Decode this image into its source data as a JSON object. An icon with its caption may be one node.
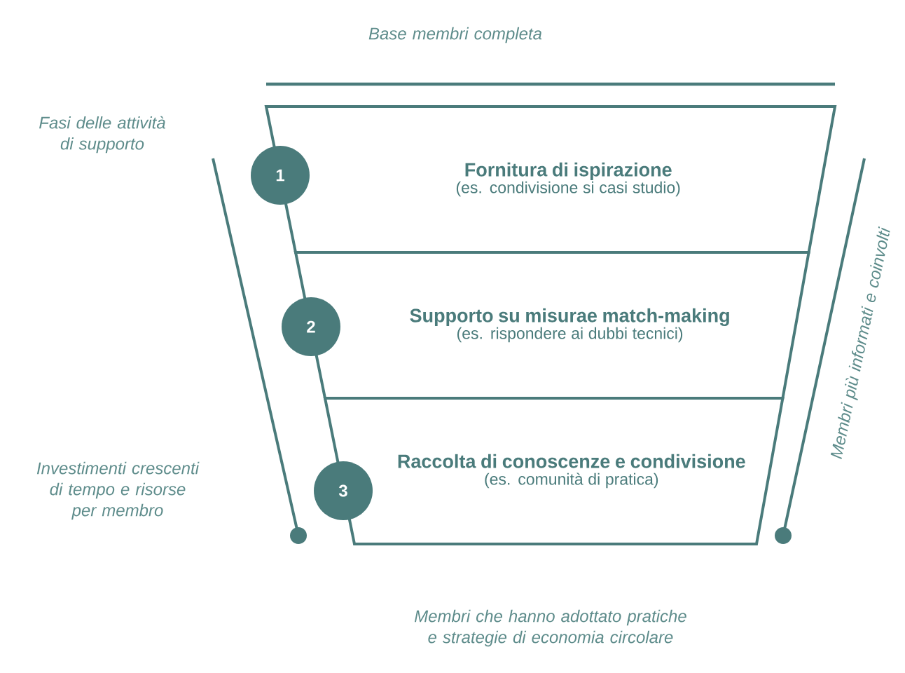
{
  "diagram": {
    "title": "Base membri completa",
    "nodes": [
      {
        "text": [
          "Fornitura di ispirazione",
          "(es. condivisione si casi studio)"
        ]
      },
      {
        "text": [
          "Supporto su misurae match-making",
          "(es. rispondere ai dubbi tecnici)"
        ]
      },
      {
        "text": [
          "Raccolta di conoscenze e condivisione",
          "(es. comunità di pratica)"
        ]
      },
      {
        "text": [
          "1"
        ]
      },
      {
        "text": [
          "2"
        ]
      },
      {
        "text": [
          "3"
        ]
      }
    ],
    "labels": [
      "Fasi delle attività di supporto",
      "Membri più informati e coinvolti",
      "Investimenti crescenti di tempo e risorse per membro",
      "Membri che hanno adottato pratiche e strategie di economia circolare"
    ]
  }
}
